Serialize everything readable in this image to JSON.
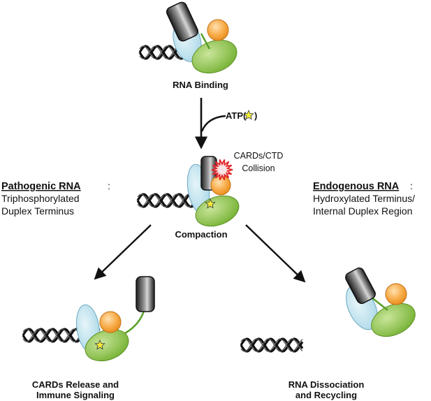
{
  "labels": {
    "rna_binding": "RNA Binding",
    "atp": "ATP(",
    "atp_close": ")",
    "collision_line1": "CARDs/CTD",
    "collision_line2": "Collision",
    "compaction": "Compaction",
    "pathogenic_title": "Pathogenic RNA",
    "pathogenic_colon": ":",
    "pathogenic_line1": "Triphosphorylated",
    "pathogenic_line2": "Duplex Terminus",
    "endogenous_title": "Endogenous RNA",
    "endogenous_colon": ":",
    "endogenous_line1": "Hydroxylated Terminus/",
    "endogenous_line2": "Internal Duplex Region",
    "cards_release_line1": "CARDs Release and",
    "cards_release_line2": "Immune Signaling",
    "dissociation_line1": "RNA Dissociation",
    "dissociation_line2": "and Recycling"
  },
  "colors": {
    "cards_block": "#2a2a2a",
    "helicase_blue": "#bfe3ee",
    "domain_green": "#8cc43f",
    "ctd_orange": "#f5a13a",
    "atp_star": "#f4ec3a",
    "collision_burst": "#e2262b",
    "rna": "#111111"
  },
  "icons": {
    "atp": "star-icon",
    "collision": "burst-icon"
  }
}
